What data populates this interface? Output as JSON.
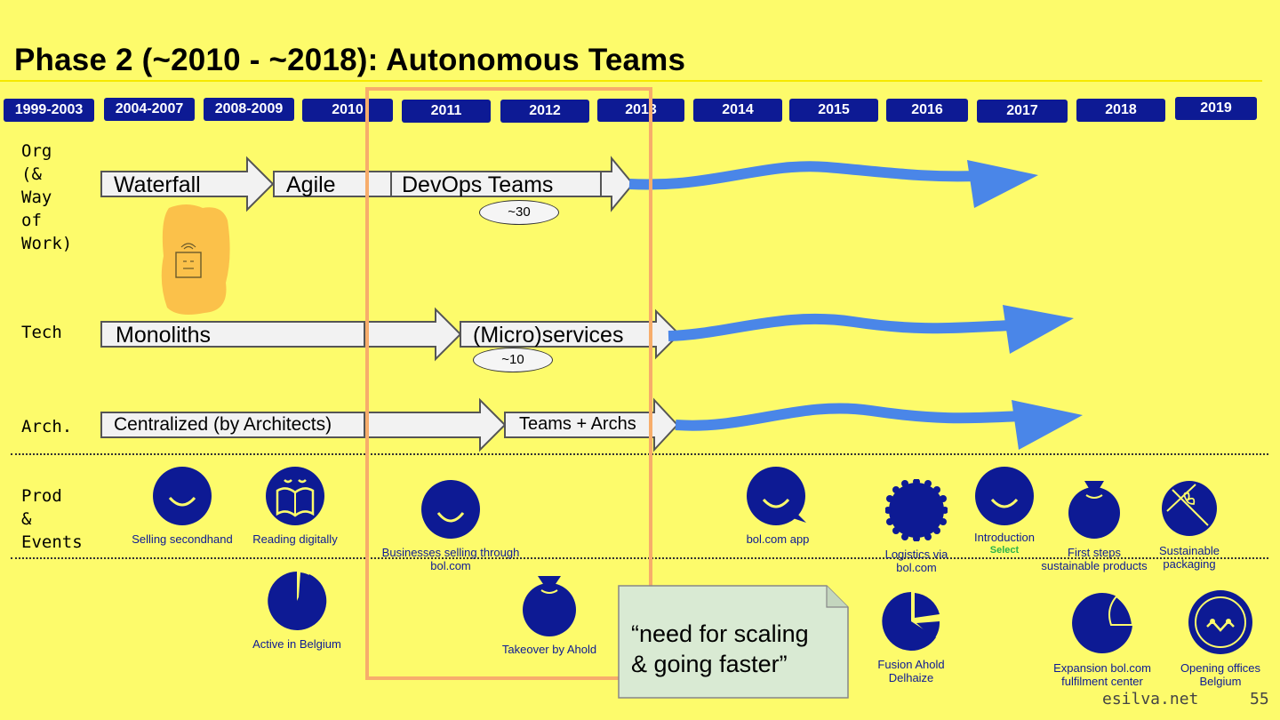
{
  "title": "Phase 2 (~2010 - ~2018): Autonomous Teams",
  "years": [
    "1999-2003",
    "2004-2007",
    "2008-2009",
    "2010",
    "2011",
    "2012",
    "2013",
    "2014",
    "2015",
    "2016",
    "2017",
    "2018",
    "2019"
  ],
  "lanes": {
    "org": "Org\n(&\nWay\nof\nWork)",
    "tech": "Tech",
    "arch": "Arch.",
    "prod": "Prod\n&\nEvents"
  },
  "org_arrows": [
    "Waterfall",
    "Agile",
    "DevOps Teams"
  ],
  "org_count": "~30",
  "tech_arrows": [
    "Monoliths",
    "(Micro)services"
  ],
  "tech_count": "~10",
  "arch_arrows": [
    "Centralized (by Architects)",
    "Teams + Archs"
  ],
  "prod_events": [
    {
      "caption": "Selling secondhand",
      "icon": "smile-icon"
    },
    {
      "caption": "Reading digitally",
      "icon": "book-icon"
    },
    {
      "caption": "Businesses selling through\nbol.com",
      "icon": "smile-icon"
    },
    {
      "caption": "bol.com app",
      "icon": "chat-smile-icon"
    },
    {
      "caption": "Logistics via\nbol.com",
      "icon": "gear-icon"
    },
    {
      "caption": "Introduction",
      "sub": "Select",
      "icon": "smile-icon"
    },
    {
      "caption": "First steps\nsustainable products",
      "icon": "bag-icon"
    },
    {
      "caption": "Sustainable\npackaging",
      "icon": "gift-icon"
    }
  ],
  "milestones": [
    {
      "caption": "Active in Belgium",
      "icon": "pie-icon"
    },
    {
      "caption": "Takeover by Ahold",
      "icon": "bag-icon"
    },
    {
      "caption": "Fusion Ahold\nDelhaize",
      "icon": "pie-icon"
    },
    {
      "caption": "Expansion bol.com\nfulfilment center",
      "icon": "peel-icon"
    },
    {
      "caption": "Opening offices\nBelgium",
      "icon": "smile-ring-icon"
    }
  ],
  "note": "“need for scaling\n& going faster”",
  "footer": {
    "site": "esilva.net",
    "page": "55"
  },
  "colors": {
    "background": "#fdfb6b",
    "navy": "#0d1a94",
    "blue_arrow": "#4a86e8",
    "highlight": "#f7ad6b",
    "note_bg": "#d9ead3",
    "sticky": "#fbc14a",
    "select_green": "#2bb34a"
  }
}
